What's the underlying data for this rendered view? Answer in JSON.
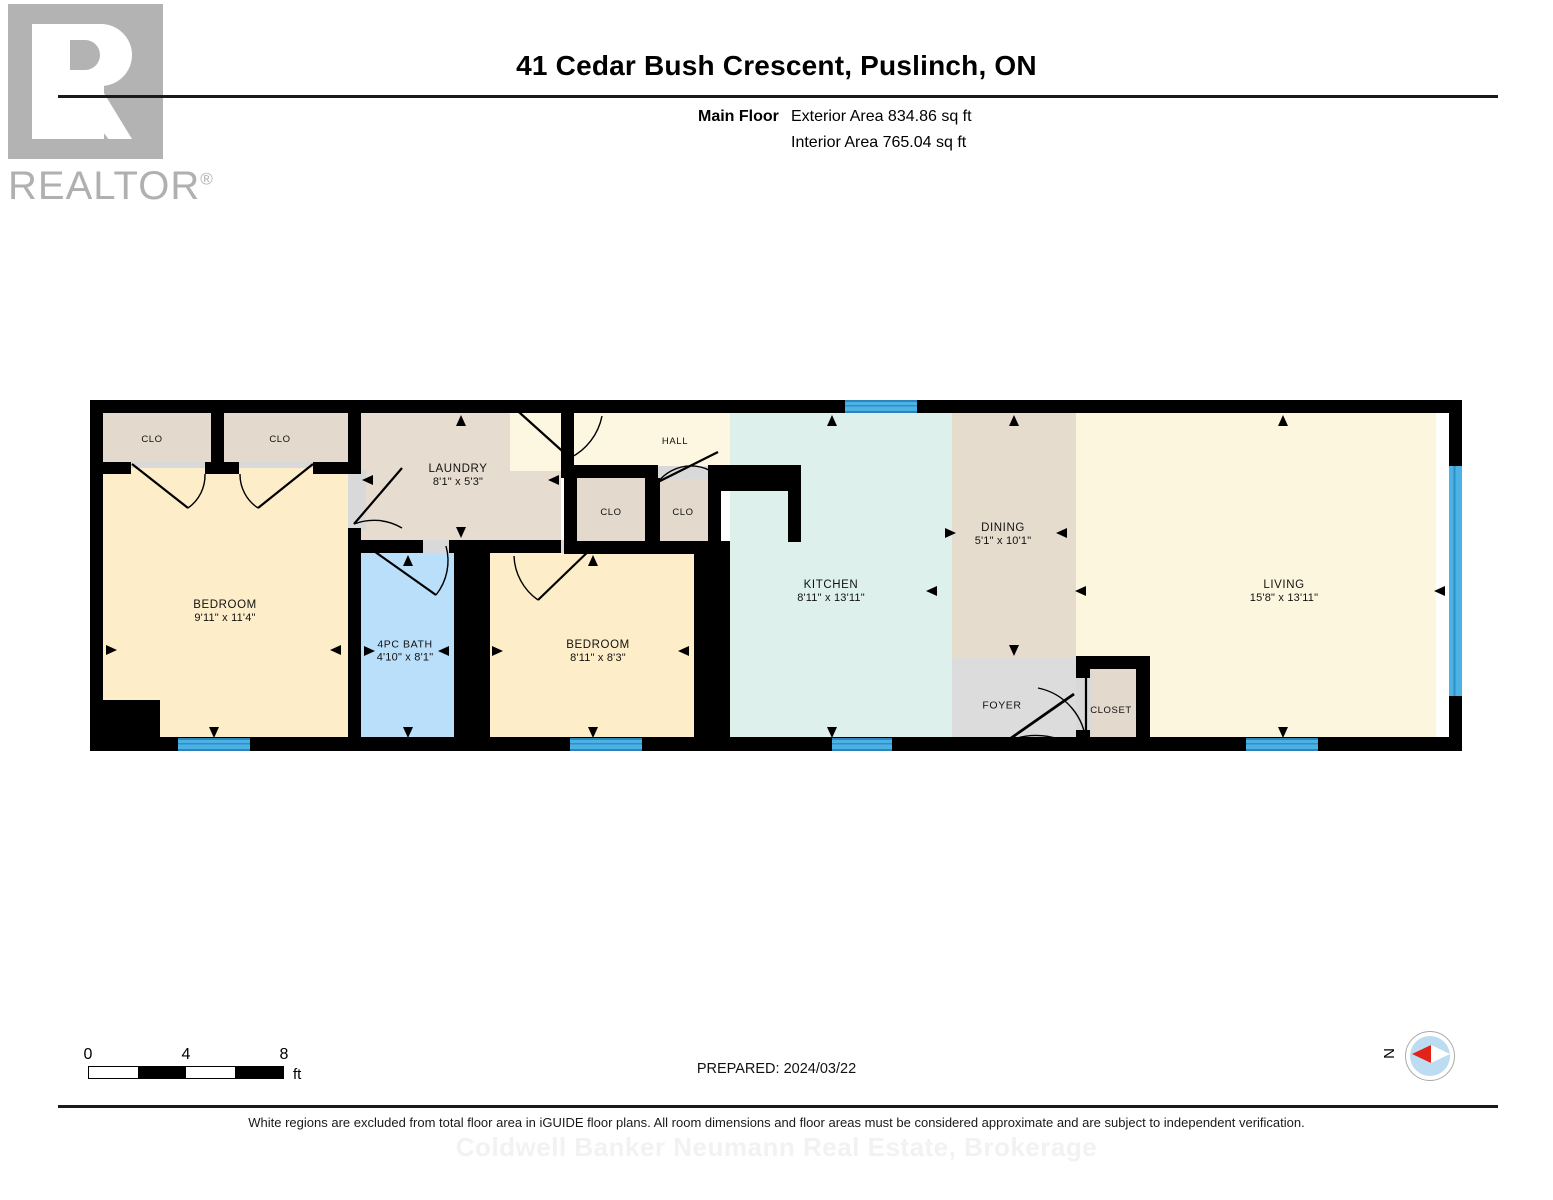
{
  "logo": {
    "wordmark": "REALTOR",
    "registered": "®",
    "name": "realtor-logo"
  },
  "header": {
    "title": "41 Cedar Bush Crescent, Puslinch, ON",
    "floor_label": "Main Floor",
    "exterior_area": "Exterior Area 834.86 sq ft",
    "interior_area": "Interior Area 765.04 sq ft"
  },
  "rooms": [
    {
      "key": "clo_1",
      "name": "CLO",
      "dims": ""
    },
    {
      "key": "clo_2",
      "name": "CLO",
      "dims": ""
    },
    {
      "key": "bedroom_1",
      "name": "BEDROOM",
      "dims": "9'11\" x 11'4\""
    },
    {
      "key": "laundry",
      "name": "LAUNDRY",
      "dims": "8'1\" x 5'3\""
    },
    {
      "key": "bath",
      "name": "4PC BATH",
      "dims": "4'10\" x 8'1\""
    },
    {
      "key": "hall",
      "name": "HALL",
      "dims": ""
    },
    {
      "key": "clo_3",
      "name": "CLO",
      "dims": ""
    },
    {
      "key": "clo_4",
      "name": "CLO",
      "dims": ""
    },
    {
      "key": "bedroom_2",
      "name": "BEDROOM",
      "dims": "8'11\" x 8'3\""
    },
    {
      "key": "kitchen",
      "name": "KITCHEN",
      "dims": "8'11\" x 13'11\""
    },
    {
      "key": "dining",
      "name": "DINING",
      "dims": "5'1\" x 10'1\""
    },
    {
      "key": "foyer",
      "name": "FOYER",
      "dims": ""
    },
    {
      "key": "closet",
      "name": "CLOSET",
      "dims": ""
    },
    {
      "key": "living",
      "name": "LIVING",
      "dims": "15'8\" x 13'11\""
    }
  ],
  "scale": {
    "tick_0": "0",
    "tick_4": "4",
    "tick_8": "8",
    "unit": "ft"
  },
  "prepared": "PREPARED: 2024/03/22",
  "compass": {
    "north_label": "N"
  },
  "footer": {
    "note": "White regions are excluded from total floor area in iGUIDE floor plans. All room dimensions and floor areas must be considered approximate and are subject to independent verification.",
    "watermark": "Coldwell Banker Neumann Real Estate, Brokerage"
  },
  "colors": {
    "bedroom_fill": "#fdedc8",
    "bath_fill": "#b9dffb",
    "kitchen_fill": "#ddf0ec",
    "laundry_fill": "#e6ddd0",
    "closet_fill": "#e3d9cc",
    "living_fill": "#fdf6df",
    "dining_fill": "#e6dccd",
    "foyer_fill": "#dcdcdc",
    "wall": "#000000",
    "window": "#3fa9e0",
    "compass_red": "#e2231a",
    "compass_disc": "#bcdcf2"
  }
}
